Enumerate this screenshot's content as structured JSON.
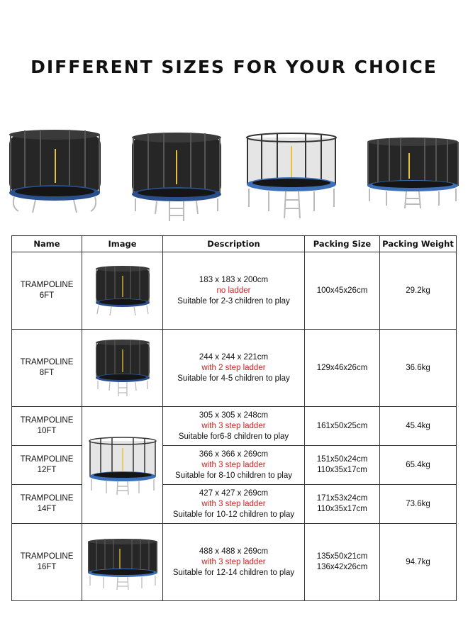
{
  "title": "DIFFERENT SIZES FOR YOUR CHOICE",
  "headers": [
    "Name",
    "Image",
    "Description",
    "Packing Size",
    "Packing Weight"
  ],
  "rows": [
    {
      "name1": "TRAMPOLINE",
      "name2": "6FT",
      "dims": "183  x  183  x  200cm",
      "ladder": "no ladder",
      "suit": "Suitable for 2-3 children to play",
      "pack1": "100x45x26cm",
      "pack2": "",
      "weight": "29.2kg"
    },
    {
      "name1": "TRAMPOLINE",
      "name2": "8FT",
      "dims": "244  x  244  x  221cm",
      "ladder": "with 2 step ladder",
      "suit": "Suitable for 4-5 children to play",
      "pack1": "129x46x26cm",
      "pack2": "",
      "weight": "36.6kg"
    },
    {
      "name1": "TRAMPOLINE",
      "name2": "10FT",
      "dims": "305  x  305  x  248cm",
      "ladder": "with 3 step ladder",
      "suit": "Suitable for6-8 children to play",
      "pack1": "161x50x25cm",
      "pack2": "",
      "weight": "45.4kg"
    },
    {
      "name1": "TRAMPOLINE",
      "name2": "12FT",
      "dims": "366  x  366  x  269cm",
      "ladder": "with 3 step ladder",
      "suit": "Suitable for 8-10 children to play",
      "pack1": "151x50x24cm",
      "pack2": "110x35x17cm",
      "weight": "65.4kg"
    },
    {
      "name1": "TRAMPOLINE",
      "name2": "14FT",
      "dims": "427  x  427  x  269cm",
      "ladder": "with 3 step ladder",
      "suit": "Suitable for 10-12 children to play",
      "pack1": "171x53x24cm",
      "pack2": "110x35x17cm",
      "weight": "73.6kg"
    },
    {
      "name1": "TRAMPOLINE",
      "name2": "16FT",
      "dims": "488  x  488  x  269cm",
      "ladder": "with 3 step ladder",
      "suit": "Suitable for 12-14 children to play",
      "pack1": "135x50x21cm",
      "pack2": "136x42x26cm",
      "weight": "94.7kg"
    }
  ],
  "colors": {
    "ladder_text": "#d42020",
    "mat_ring": "#2b4f8c",
    "net": "#2a2a2a"
  }
}
